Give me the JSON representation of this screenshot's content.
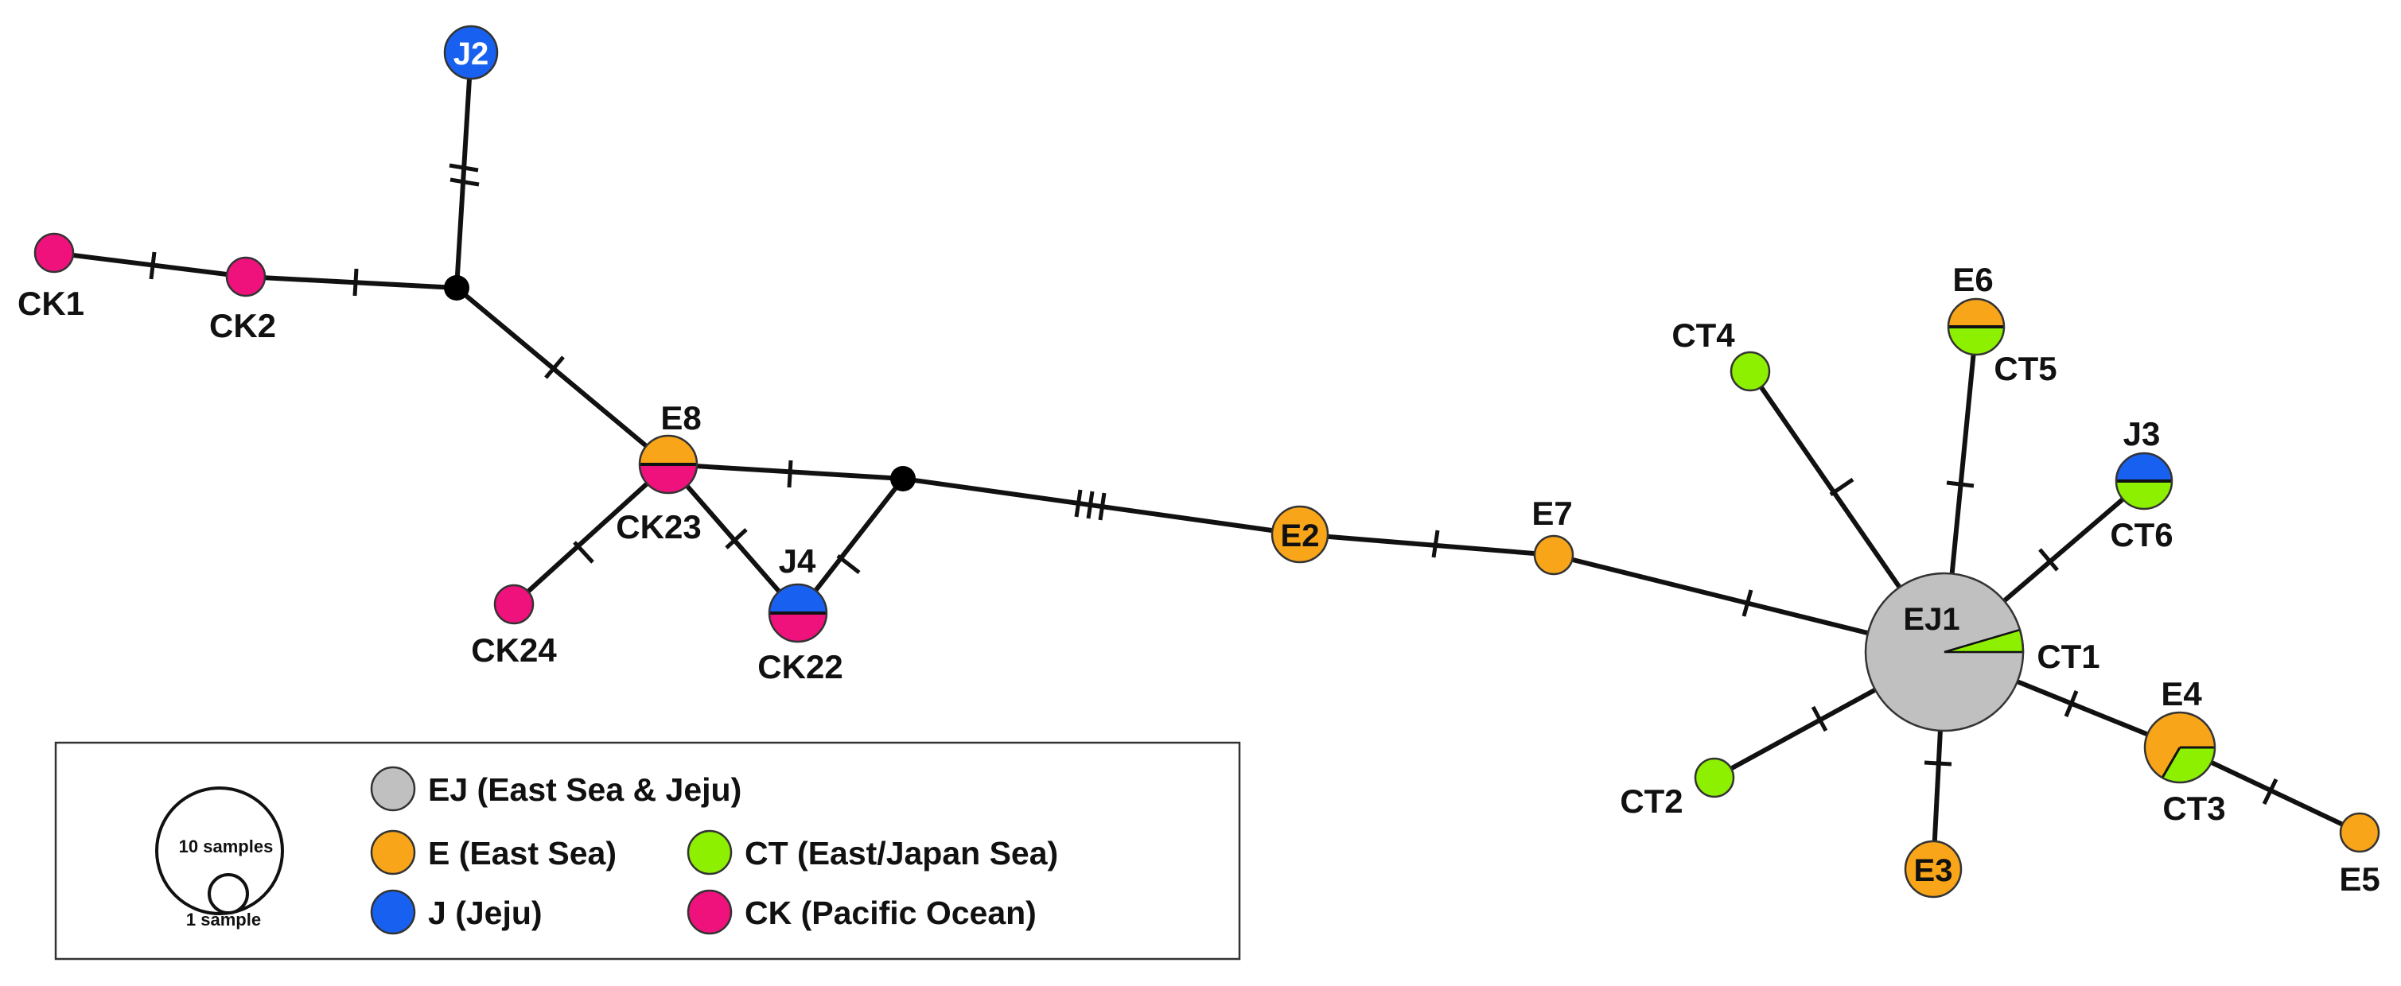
{
  "colors": {
    "EJ": "#c0c0c0",
    "E": "#f9a51a",
    "J": "#1861f0",
    "CT": "#8cf000",
    "CK": "#f0127c",
    "median": "#000000"
  },
  "labels": {
    "J2": "J2",
    "CK1": "CK1",
    "CK2": "CK2",
    "E8": "E8",
    "CK23": "CK23",
    "CK24": "CK24",
    "J4": "J4",
    "CK22": "CK22",
    "E2": "E2",
    "E7": "E7",
    "EJ1": "EJ1",
    "CT1": "CT1",
    "CT2": "CT2",
    "CT4": "CT4",
    "E6": "E6",
    "CT5": "CT5",
    "J3": "J3",
    "CT6": "CT6",
    "E4": "E4",
    "CT3": "CT3",
    "E3": "E3",
    "E5": "E5"
  },
  "legend": {
    "size_large": "10 samples",
    "size_small": "1 sample",
    "items": [
      {
        "key": "EJ",
        "text": "EJ (East Sea & Jeju)"
      },
      {
        "key": "E",
        "text": "E (East Sea)"
      },
      {
        "key": "CT",
        "text": "CT (East/Japan Sea)"
      },
      {
        "key": "J",
        "text": "J (Jeju)"
      },
      {
        "key": "CK",
        "text": "CK (Pacific Ocean)"
      }
    ]
  },
  "network": {
    "haplotypes": [
      {
        "id": "J2",
        "composition": {
          "J": 1
        }
      },
      {
        "id": "CK1",
        "composition": {
          "CK": 1
        }
      },
      {
        "id": "CK2",
        "composition": {
          "CK": 1
        }
      },
      {
        "id": "E8/CK23",
        "composition": {
          "E": 1,
          "CK": 1
        }
      },
      {
        "id": "CK24",
        "composition": {
          "CK": 1
        }
      },
      {
        "id": "J4/CK22",
        "composition": {
          "J": 1,
          "CK": 1
        }
      },
      {
        "id": "E2",
        "composition": {
          "E": 1
        }
      },
      {
        "id": "E7",
        "composition": {
          "E": 1
        }
      },
      {
        "id": "EJ1/CT1",
        "composition": {
          "EJ": 12,
          "CT": 1
        }
      },
      {
        "id": "CT2",
        "composition": {
          "CT": 1
        }
      },
      {
        "id": "CT4",
        "composition": {
          "CT": 1
        }
      },
      {
        "id": "E6/CT5",
        "composition": {
          "E": 1,
          "CT": 1
        }
      },
      {
        "id": "J3/CT6",
        "composition": {
          "J": 1,
          "CT": 1
        }
      },
      {
        "id": "E4/CT3",
        "composition": {
          "E": 2,
          "CT": 1
        }
      },
      {
        "id": "E3",
        "composition": {
          "E": 1
        }
      },
      {
        "id": "E5",
        "composition": {
          "E": 1
        }
      }
    ],
    "links": [
      {
        "from": "median1",
        "to": "J2",
        "mutations": 2
      },
      {
        "from": "CK1",
        "to": "CK2",
        "mutations": 1
      },
      {
        "from": "CK2",
        "to": "median1",
        "mutations": 1
      },
      {
        "from": "median1",
        "to": "E8/CK23",
        "mutations": 1
      },
      {
        "from": "E8/CK23",
        "to": "CK24",
        "mutations": 1
      },
      {
        "from": "E8/CK23",
        "to": "J4/CK22",
        "mutations": 1
      },
      {
        "from": "E8/CK23",
        "to": "median2",
        "mutations": 1
      },
      {
        "from": "median2",
        "to": "J4/CK22",
        "mutations": 1
      },
      {
        "from": "median2",
        "to": "E2",
        "mutations": 3
      },
      {
        "from": "E2",
        "to": "E7",
        "mutations": 1
      },
      {
        "from": "E7",
        "to": "EJ1/CT1",
        "mutations": 1
      },
      {
        "from": "EJ1/CT1",
        "to": "CT4",
        "mutations": 1
      },
      {
        "from": "EJ1/CT1",
        "to": "E6/CT5",
        "mutations": 1
      },
      {
        "from": "EJ1/CT1",
        "to": "J3/CT6",
        "mutations": 1
      },
      {
        "from": "EJ1/CT1",
        "to": "CT2",
        "mutations": 1
      },
      {
        "from": "EJ1/CT1",
        "to": "E3",
        "mutations": 1
      },
      {
        "from": "EJ1/CT1",
        "to": "E4/CT3",
        "mutations": 1
      },
      {
        "from": "E4/CT3",
        "to": "E5",
        "mutations": 1
      }
    ]
  }
}
